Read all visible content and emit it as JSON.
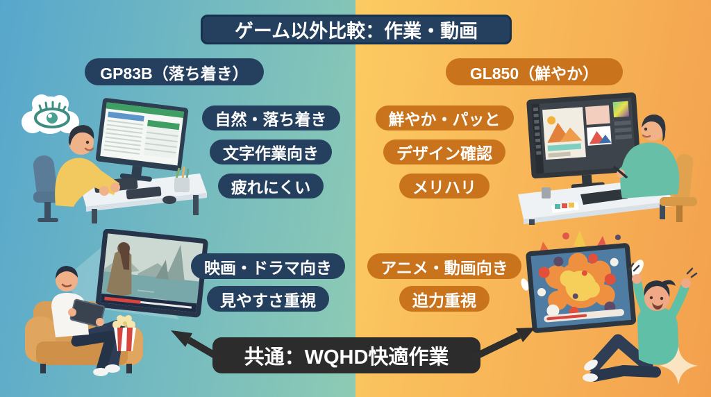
{
  "title": "ゲーム以外比較：作業・動画",
  "left_column": {
    "header": "GP83B（落ち着き）",
    "work_labels": [
      "自然・落ち着き",
      "文字作業向き",
      "疲れにくい"
    ],
    "video_labels": [
      "映画・ドラマ向き",
      "見やすさ重視"
    ]
  },
  "right_column": {
    "header": "GL850（鮮やか）",
    "work_labels": [
      "鮮やか・パッと",
      "デザイン確認",
      "メリハリ"
    ],
    "video_labels": [
      "アニメ・動画向き",
      "迫力重視"
    ]
  },
  "footer": {
    "label": "共通：WQHD快適作業"
  },
  "icons": {
    "eye-icon": "relaxed-eye-in-thought-bubble",
    "sparkle-icon": "✦",
    "arrow-left-icon": "↖",
    "arrow-right-icon": "↗"
  },
  "colors": {
    "navy_pill": "#24405e",
    "orange_pill": "#c9731c",
    "footer_bar": "#2c2c2c",
    "left_bg_start": "#57a7cd",
    "left_bg_end": "#8ecbb4",
    "right_bg_start": "#fccb62",
    "right_bg_end": "#f3a04d"
  }
}
